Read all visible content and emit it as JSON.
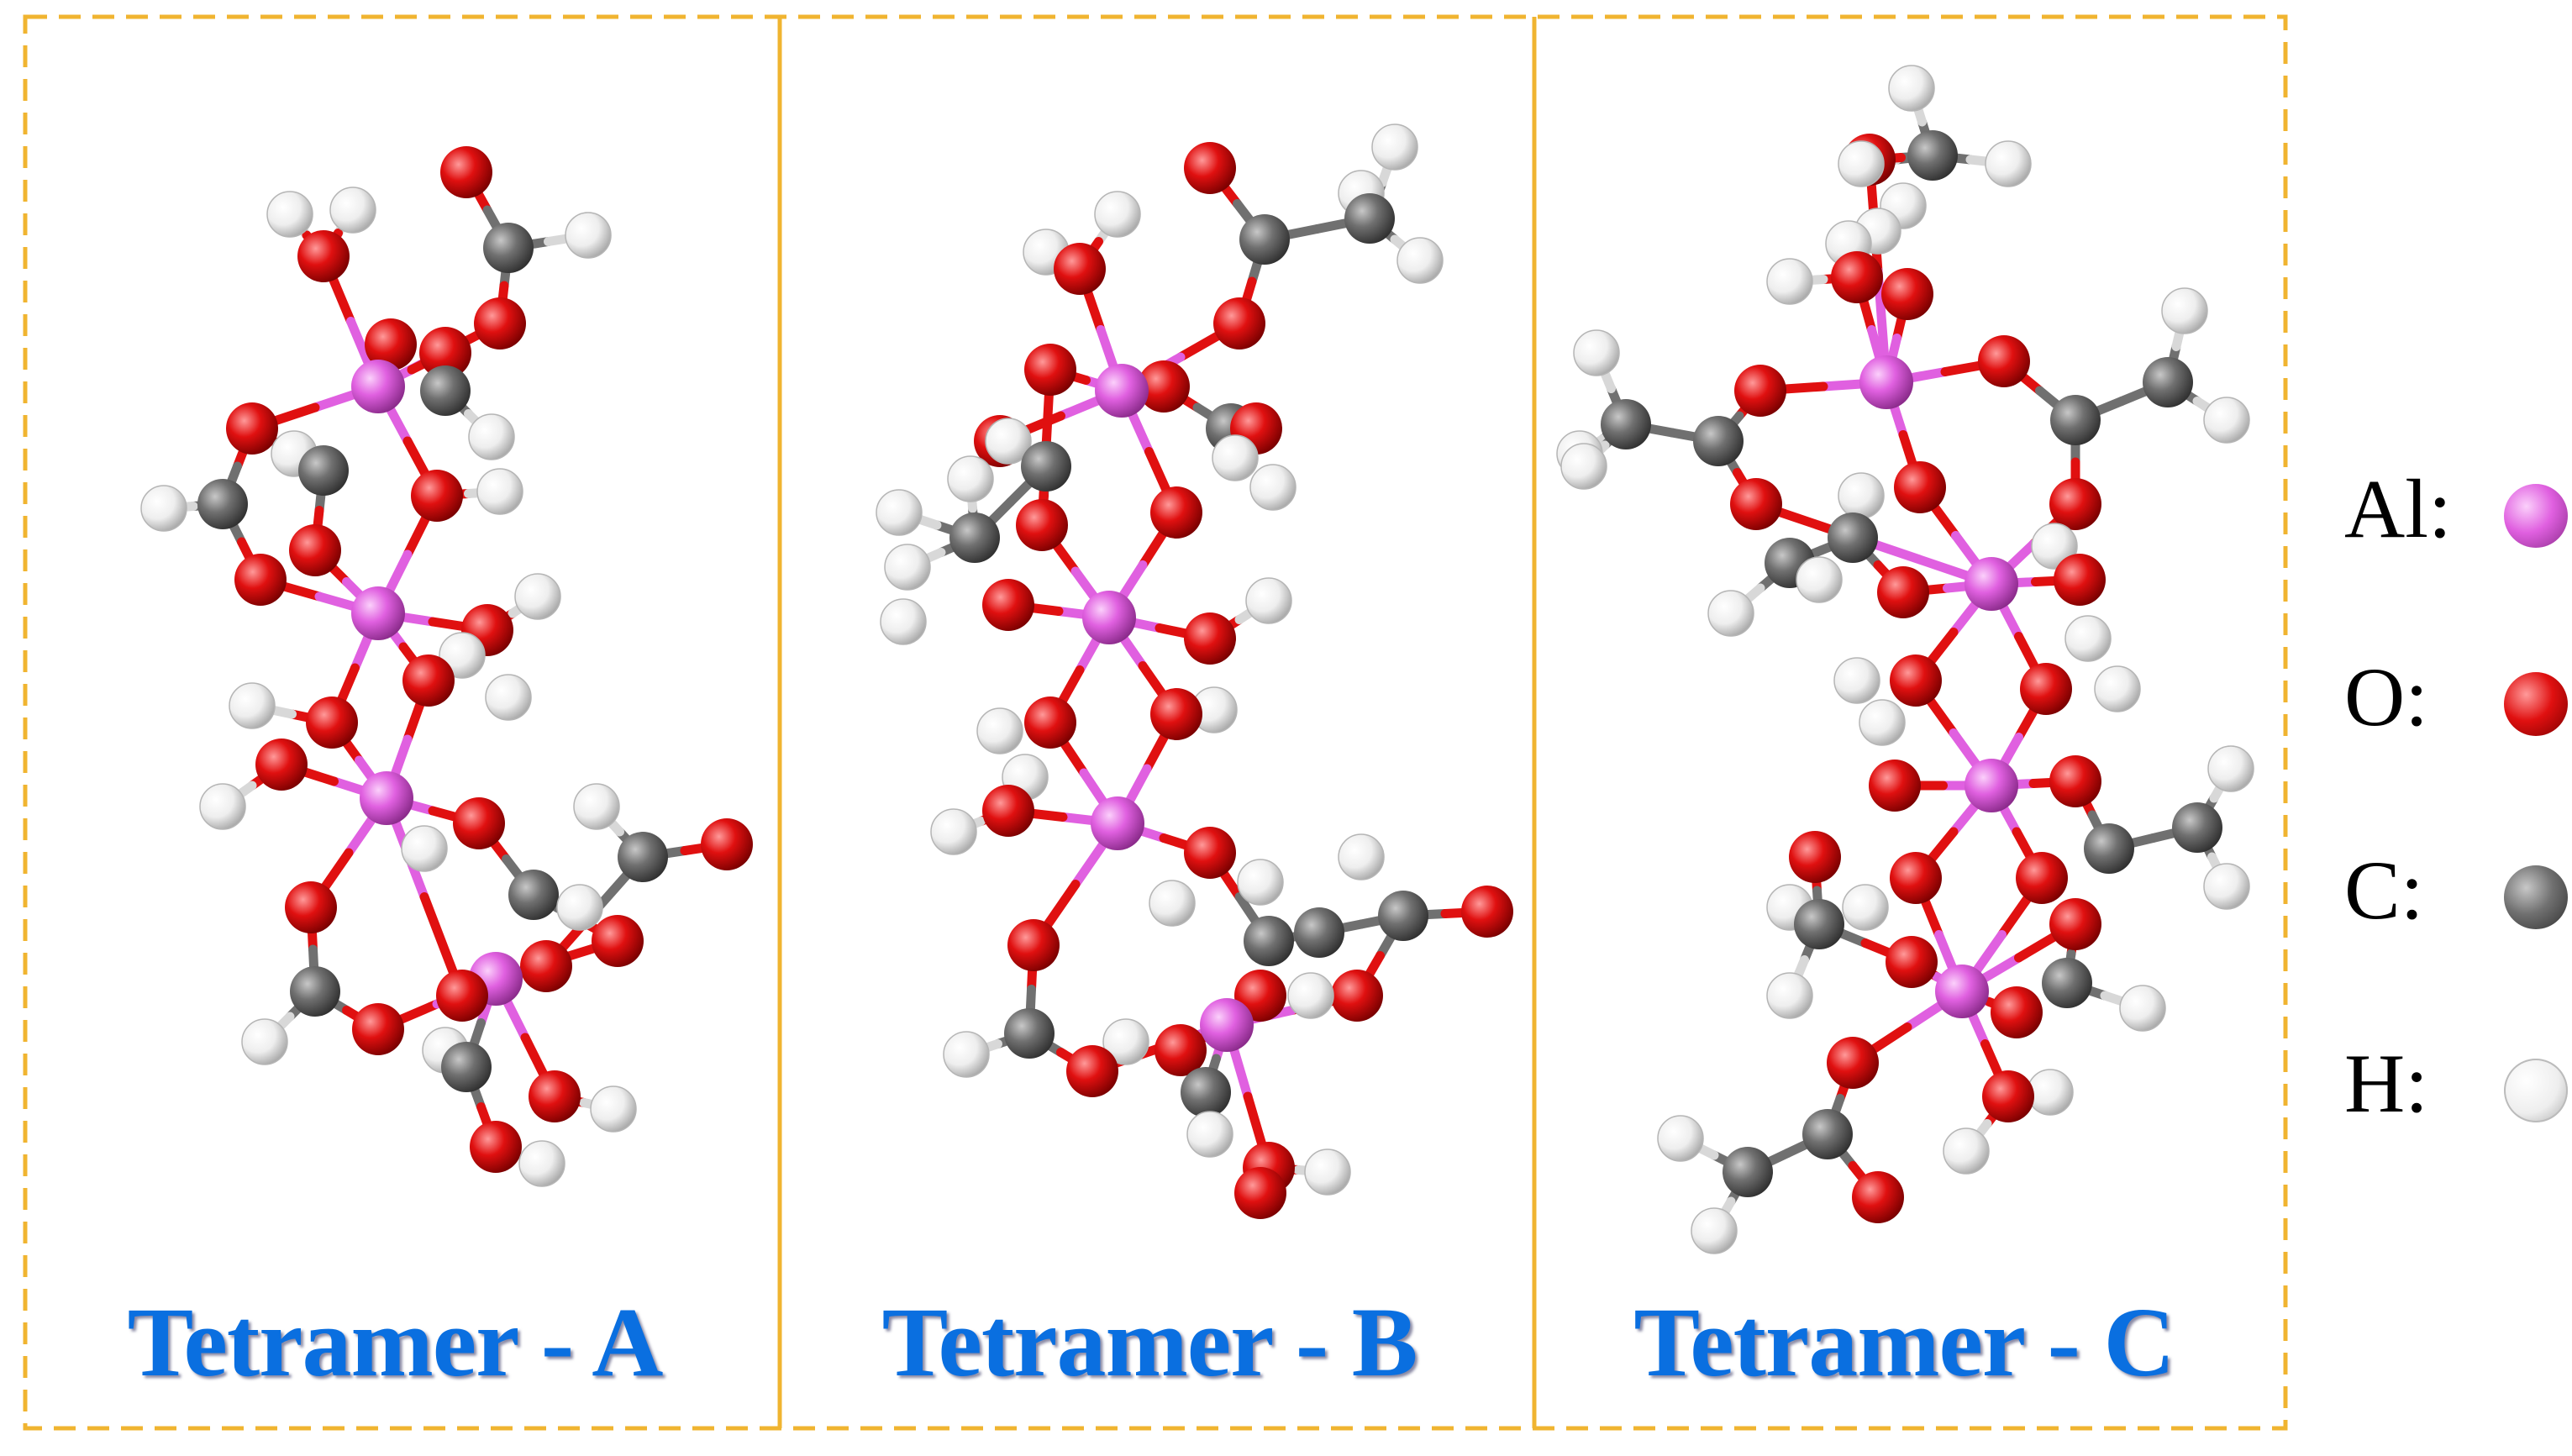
{
  "panels": [
    {
      "id": "A",
      "title": "Tetramer - A"
    },
    {
      "id": "B",
      "title": "Tetramer - B"
    },
    {
      "id": "C",
      "title": "Tetramer - C"
    }
  ],
  "legend": [
    {
      "element": "Al",
      "label": "Al:",
      "color": "#e060e0"
    },
    {
      "element": "O",
      "label": "O:",
      "color": "#e01010"
    },
    {
      "element": "C",
      "label": "C:",
      "color": "#707070"
    },
    {
      "element": "H",
      "label": "H:",
      "color": "#f0f0f0"
    }
  ],
  "frame_color": "#f0b430",
  "title_color": "#0a6fe0"
}
